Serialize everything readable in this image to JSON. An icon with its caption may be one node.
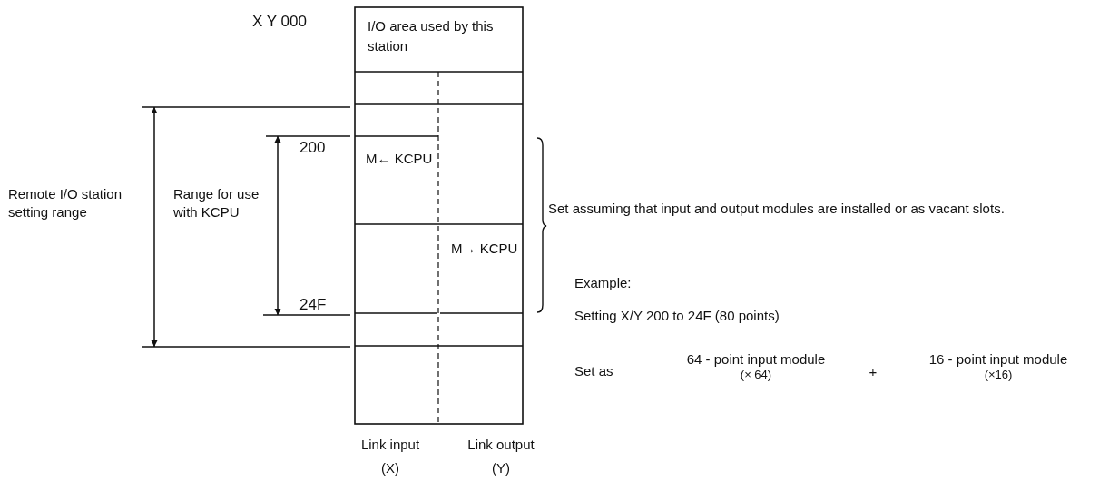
{
  "diagram": {
    "nodes": [
      {
        "text": [
          "I/O area used by this station"
        ]
      },
      {
        "text": [
          "M← KCPU"
        ]
      },
      {
        "text": [
          "M→ KCPU"
        ]
      }
    ],
    "labels": [
      "X Y 000",
      "Remote I/O station setting range",
      "Range for use with KCPU",
      "200",
      "24F",
      "Set assuming that input and output modules are installed or as vacant slots.",
      "Example:",
      "Setting X/Y 200 to 24F (80 points)",
      "Set as",
      "64 - point input module",
      "(× 64)",
      "+",
      "16 - point input module",
      "(×16)",
      "Link input",
      "(X)",
      "Link output",
      "(Y)"
    ]
  }
}
